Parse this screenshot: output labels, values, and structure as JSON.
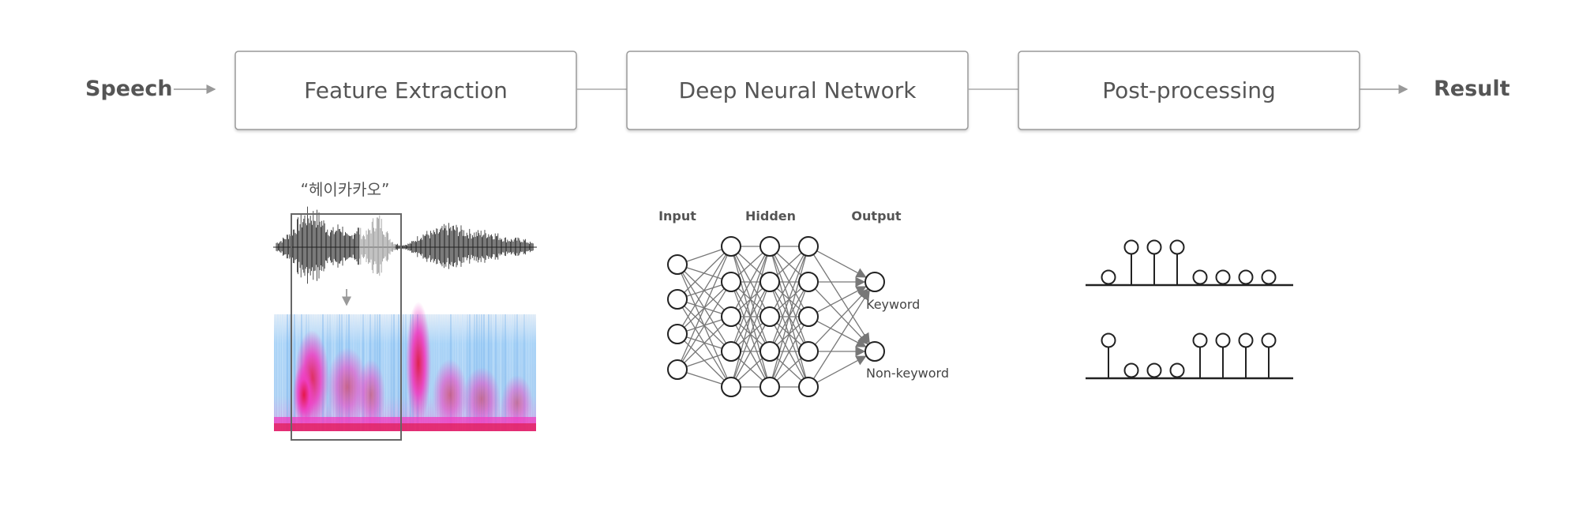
{
  "pipeline": {
    "input_label": "Speech",
    "output_label": "Result",
    "stages": [
      {
        "label": "Feature Extraction"
      },
      {
        "label": "Deep Neural Network"
      },
      {
        "label": "Post-processing"
      }
    ]
  },
  "feature_extraction": {
    "utterance_label": "“헤이카카오”"
  },
  "neural_network": {
    "layer_labels": {
      "input": "Input",
      "hidden": "Hidden",
      "output": "Output"
    },
    "output_labels": [
      "Keyword",
      "Non-keyword"
    ]
  },
  "colors": {
    "text": "#555555",
    "box_border": "#999999",
    "connector": "#aaaaaa",
    "network_line": "#777777",
    "spectrogram_blue": "#9ecdf5",
    "spectrogram_magenta": "#f040c8",
    "spectrogram_red": "#e0103a"
  }
}
